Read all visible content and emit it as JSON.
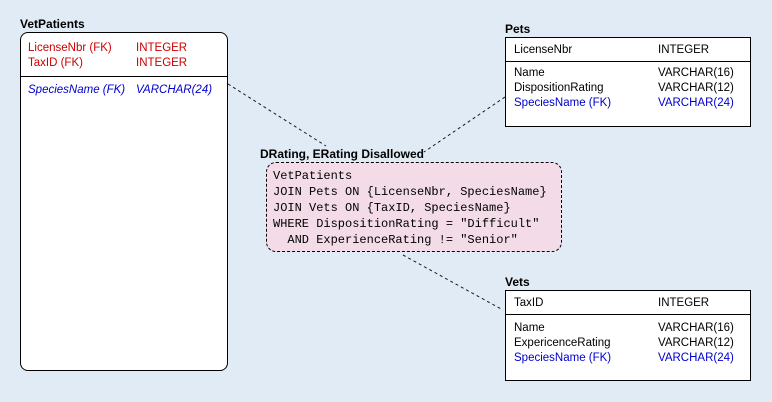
{
  "colors": {
    "key_red": "#cc0000",
    "fk_blue": "#0000cc",
    "bg_dot": "#bad1e8",
    "note_dot": "#e5bbcf",
    "line": "#1a1a1a"
  },
  "entities": {
    "vetpatients": {
      "title": "VetPatients",
      "keys": [
        {
          "name": "LicenseNbr (FK)",
          "type": "INTEGER"
        },
        {
          "name": "TaxID (FK)",
          "type": "INTEGER"
        }
      ],
      "attrs": [
        {
          "name": "SpeciesName (FK)",
          "type": "VARCHAR(24)"
        }
      ]
    },
    "pets": {
      "title": "Pets",
      "keys": [
        {
          "name": "LicenseNbr",
          "type": "INTEGER"
        }
      ],
      "attrs": [
        {
          "name": "Name",
          "type": "VARCHAR(16)"
        },
        {
          "name": "DispositionRating",
          "type": "VARCHAR(12)"
        },
        {
          "name": "SpeciesName (FK)",
          "type": "VARCHAR(24)"
        }
      ]
    },
    "vets": {
      "title": "Vets",
      "keys": [
        {
          "name": "TaxID",
          "type": "INTEGER"
        }
      ],
      "attrs": [
        {
          "name": "Name",
          "type": "VARCHAR(16)"
        },
        {
          "name": "ExpericenceRating",
          "type": "VARCHAR(12)"
        },
        {
          "name": "SpeciesName (FK)",
          "type": "VARCHAR(24)"
        }
      ]
    }
  },
  "note": {
    "title": "DRating, ERating Disallowed",
    "lines": [
      "VetPatients",
      "JOIN Pets ON {LicenseNbr, SpeciesName}",
      "JOIN Vets ON {TaxID, SpeciesName}",
      "WHERE DispositionRating = \"Difficult\"",
      "  AND ExperienceRating != \"Senior\""
    ]
  }
}
